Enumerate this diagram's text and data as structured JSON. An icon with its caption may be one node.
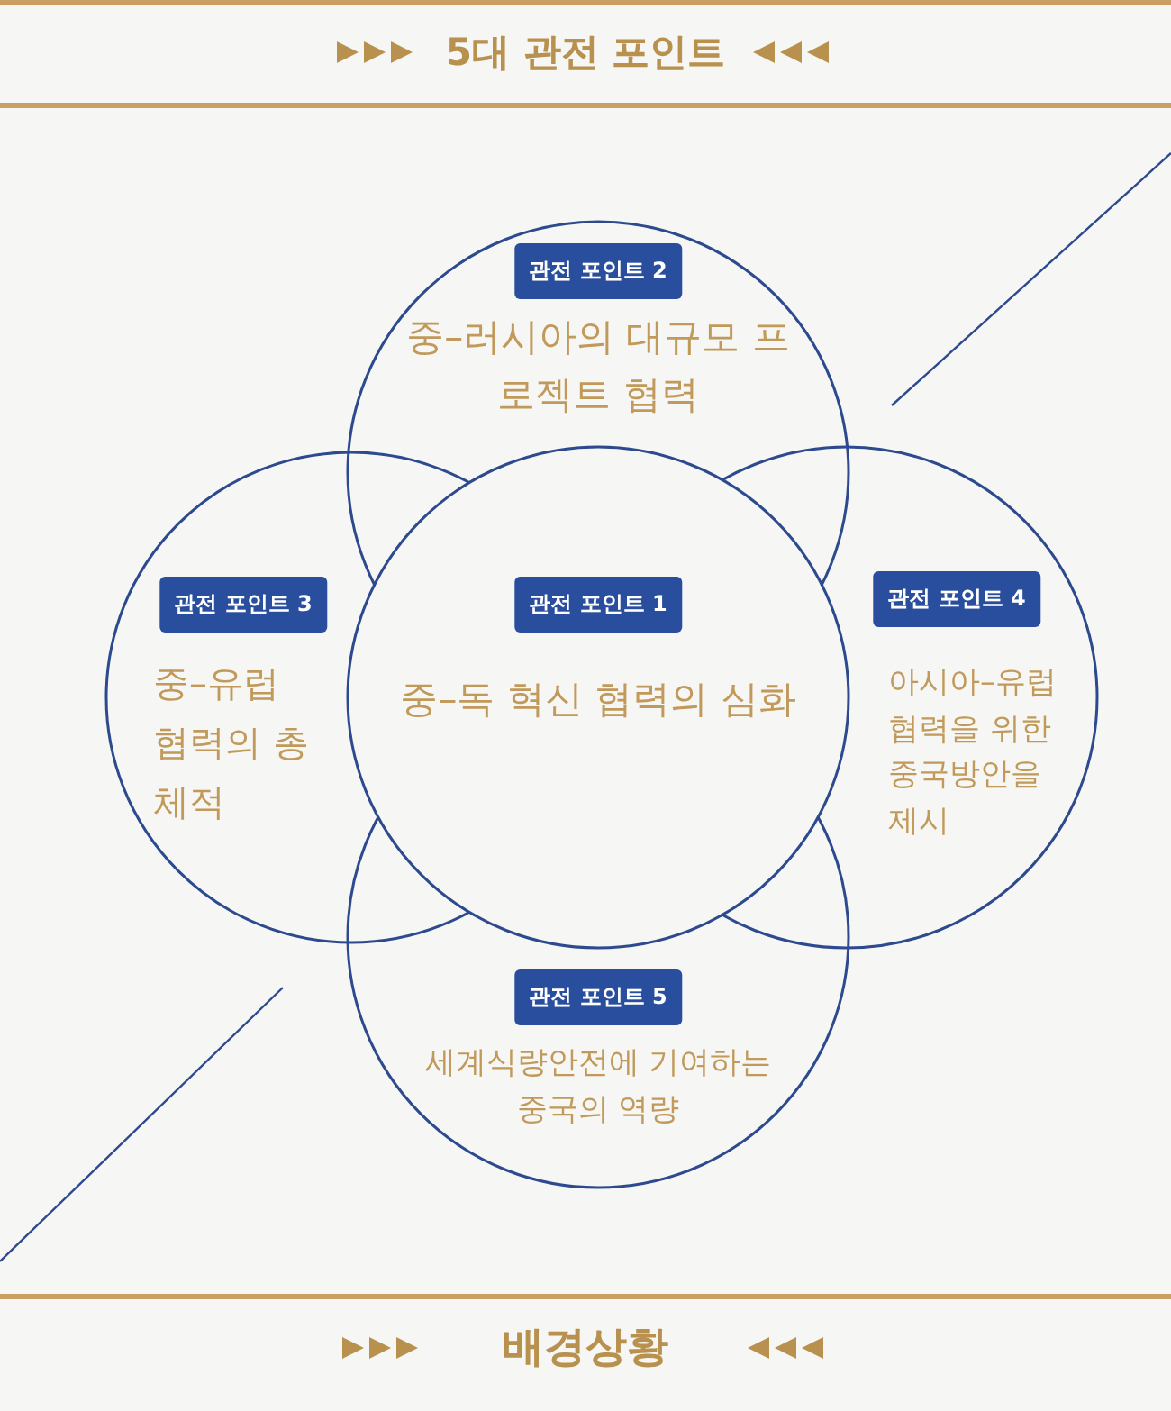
{
  "diagram": {
    "title": "5대 관전 포인트",
    "nodes": [
      {
        "text": [
          "관전 포인트 1",
          "중–독 혁신 협력의 심화"
        ]
      },
      {
        "text": [
          "관전 포인트 2",
          "중–러시아의 대규모 프로젝트 협력"
        ]
      },
      {
        "text": [
          "관전 포인트 3",
          "중–유럽 협력의 총체적"
        ]
      },
      {
        "text": [
          "관전 포인트 4",
          "아시아–유럽협력을 위한 중국방안을 제시"
        ]
      },
      {
        "text": [
          "관전 포인트 5",
          "세계식량안전에 기여하는 중국의 역량"
        ]
      }
    ],
    "labels": [
      "배경상황"
    ]
  }
}
